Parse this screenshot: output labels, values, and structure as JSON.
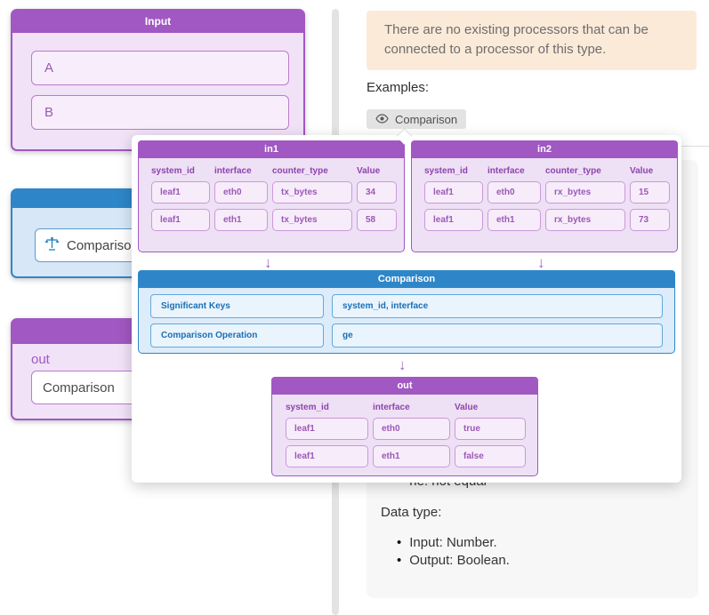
{
  "palette": {
    "purple": "#a158c2",
    "purple_text": "#9b59b6",
    "blue": "#2e86c8",
    "blue_text": "#1a6fb5",
    "notice_bg": "#fcead9",
    "badge_bg": "#e3e3e3",
    "doc_panel_bg": "#f7f7f7"
  },
  "left": {
    "input_panel": {
      "title": "Input",
      "slot_a": "A",
      "slot_b": "B"
    },
    "comparison_node": {
      "label": "Comparison"
    },
    "out_node": {
      "header_label": "out",
      "label": "Comparison"
    }
  },
  "right": {
    "notice": "There are no existing processors that can be connected to a processor of this type.",
    "examples_label": "Examples:",
    "example_badge": "Comparison",
    "doc": {
      "bullet_ne": "ne: not equal",
      "data_type_label": "Data type:",
      "bullet_input": "Input: Number.",
      "bullet_output": "Output: Boolean."
    }
  },
  "popup": {
    "arrow_glyph": "↓",
    "in1": {
      "title": "in1",
      "columns": [
        "system_id",
        "interface",
        "counter_type",
        "Value"
      ],
      "rows": [
        [
          "leaf1",
          "eth0",
          "tx_bytes",
          "34"
        ],
        [
          "leaf1",
          "eth1",
          "tx_bytes",
          "58"
        ]
      ]
    },
    "in2": {
      "title": "in2",
      "columns": [
        "system_id",
        "interface",
        "counter_type",
        "Value"
      ],
      "rows": [
        [
          "leaf1",
          "eth0",
          "rx_bytes",
          "15"
        ],
        [
          "leaf1",
          "eth1",
          "rx_bytes",
          "73"
        ]
      ]
    },
    "comparison": {
      "title": "Comparison",
      "rows": [
        {
          "label": "Significant Keys",
          "value": "system_id, interface"
        },
        {
          "label": "Comparison Operation",
          "value": "ge"
        }
      ]
    },
    "out": {
      "title": "out",
      "columns": [
        "system_id",
        "interface",
        "Value"
      ],
      "rows": [
        [
          "leaf1",
          "eth0",
          "true"
        ],
        [
          "leaf1",
          "eth1",
          "false"
        ]
      ]
    }
  }
}
